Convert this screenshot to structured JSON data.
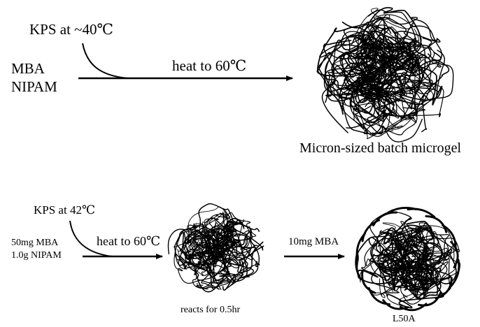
{
  "top_scheme": {
    "initiator_label": "KPS at ~40℃",
    "reactant_1": "MBA",
    "reactant_2": "NIPAM",
    "step_label": "heat to 60℃",
    "product_label": "Micron-sized batch microgel"
  },
  "bottom_scheme": {
    "initiator_label": "KPS at 42℃",
    "reactant_1": "50mg MBA",
    "reactant_2": "1.0g NIPAM",
    "step_1_label": "heat to 60℃",
    "intermediate_label": "reacts for 0.5hr",
    "step_2_label": "10mg MBA",
    "product_label": "L50A"
  },
  "colors": {
    "ink": "#000000",
    "background": "#ffffff"
  }
}
